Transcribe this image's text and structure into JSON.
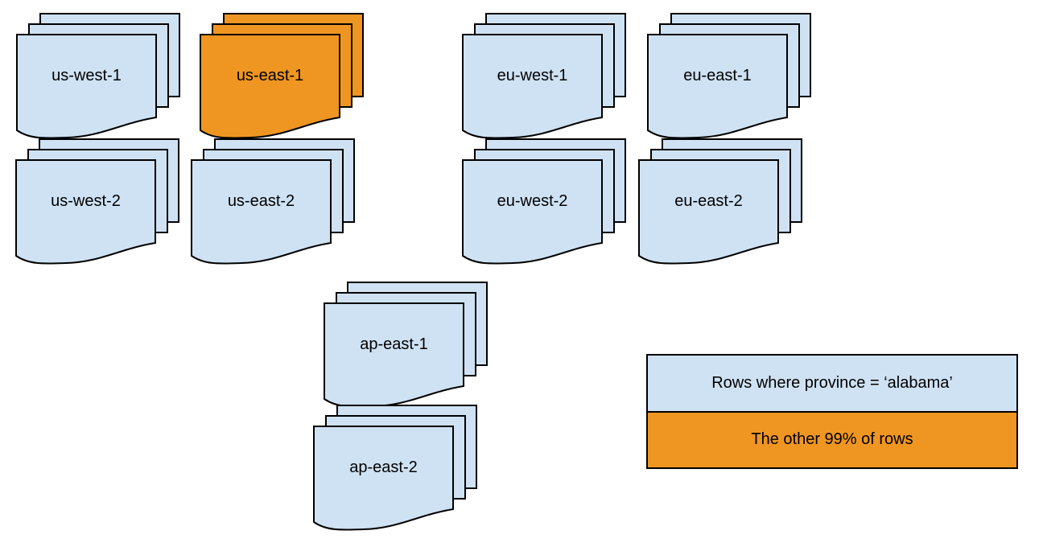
{
  "colors": {
    "page_blue": "#cfe2f3",
    "page_orange": "#ef9622",
    "stroke": "#000000"
  },
  "stacks": [
    {
      "label": "us-west-1",
      "variant": "blue"
    },
    {
      "label": "us-east-1",
      "variant": "orange"
    },
    {
      "label": "eu-west-1",
      "variant": "blue"
    },
    {
      "label": "eu-east-1",
      "variant": "blue"
    },
    {
      "label": "us-west-2",
      "variant": "blue"
    },
    {
      "label": "us-east-2",
      "variant": "blue"
    },
    {
      "label": "eu-west-2",
      "variant": "blue"
    },
    {
      "label": "eu-east-2",
      "variant": "blue"
    },
    {
      "label": "ap-east-1",
      "variant": "blue"
    },
    {
      "label": "ap-east-2",
      "variant": "blue"
    }
  ],
  "legend": {
    "items": [
      {
        "label": "Rows where province = ‘alabama’",
        "variant": "blue"
      },
      {
        "label": "The other 99% of rows",
        "variant": "orange"
      }
    ]
  }
}
